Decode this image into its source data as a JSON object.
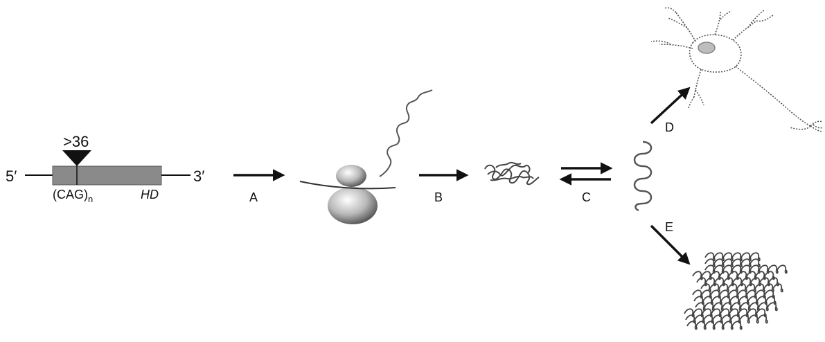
{
  "gene": {
    "five_prime": "5′",
    "three_prime": "3′",
    "repeat_threshold": ">36",
    "repeat_base": "(CAG)",
    "repeat_subscript": "n",
    "gene_name": "HD"
  },
  "steps": {
    "a": "A",
    "b": "B",
    "c": "C",
    "d": "D",
    "e": "E"
  },
  "colors": {
    "gene_box": "#8a8a8a",
    "ink": "#111111",
    "strand": "#555555"
  }
}
